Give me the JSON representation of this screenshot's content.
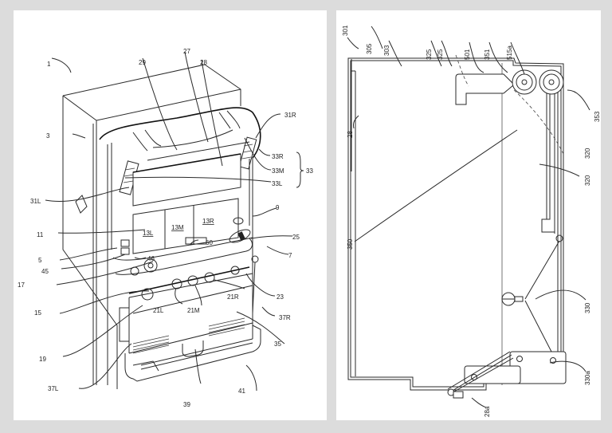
{
  "figures": [
    {
      "id": "left",
      "subject": "gaming-machine-perspective",
      "labels": {
        "machine": "1",
        "cabinet": "3",
        "front_door": "5",
        "operation_panel": "7",
        "upper_panel": "9",
        "display_window": "11",
        "reel_left": "13L",
        "reel_middle": "13M",
        "reel_right": "13R",
        "start_lever": "15",
        "bet_button": "17",
        "medal_insert": "19",
        "stop_left": "21L",
        "stop_middle": "21M",
        "stop_right": "21R",
        "settle_button": "23",
        "medal_slot": "25",
        "top_unit": "27",
        "display_device": "28",
        "upper_cover": "29",
        "light_left": "31L",
        "light_right": "31R",
        "speaker_group": "33",
        "speaker_right": "33R",
        "speaker_middle": "33M",
        "speaker_left": "33L",
        "lower_panel": "35",
        "side_lamp_left": "37L",
        "side_lamp_right": "37R",
        "medal_outlet": "39",
        "tray": "41",
        "indicator_45": "45",
        "indicator_46": "46",
        "info_display": "60"
      }
    },
    {
      "id": "right",
      "subject": "display-unit-internal-plan",
      "labels": {
        "unit": "28",
        "connector": "28a",
        "assembly": "301",
        "inner_frame": "303",
        "outer_frame": "305",
        "shutter_a": "320",
        "shutter_b": "320",
        "guide_a": "325",
        "guide_b": "325",
        "link_mechanism": "330",
        "base_plate": "330a",
        "screen": "350",
        "arm": "351",
        "roller": "353",
        "rail": "501",
        "gear": "515a"
      }
    }
  ],
  "colors": {
    "background": "#dcdcdc",
    "panel": "#ffffff",
    "ink": "#2a2a2a"
  }
}
